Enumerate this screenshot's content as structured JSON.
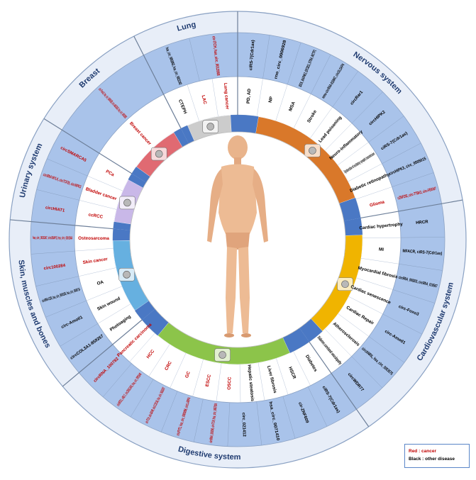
{
  "colors": {
    "cancer": "#c00000",
    "other": "#000000",
    "outer_ring": "#a9c3ea",
    "divider": "#6d7f99",
    "nervous": "#d9782a",
    "cardio": "#f0b400",
    "digestive": "#8cc44a",
    "skin": "#66b0e0",
    "urinary": "#c9b8e8",
    "breast": "#e06a72",
    "lung": "#cccccc",
    "blue": "#4a78c4"
  },
  "legend": {
    "red": "Red : cancer",
    "black": "Black : other disease"
  },
  "systems": [
    {
      "key": "nervous",
      "label": "Nervous system",
      "start": 0,
      "end": 80,
      "organ_icon": "brain-icon",
      "diseases": [
        {
          "t": "PD, AD",
          "c": 0
        },
        {
          "t": "NP",
          "c": 0
        },
        {
          "t": "MSA",
          "c": 0
        },
        {
          "t": "Stroke",
          "c": 0
        },
        {
          "t": "Lead poisoning",
          "c": 0
        },
        {
          "t": "Neuro-inflammatory",
          "c": 0
        },
        {
          "t": "Dysfunction of excitatory synaptic transmission",
          "c": 0
        },
        {
          "t": "Diabetic retinopathy",
          "c": 0
        },
        {
          "t": "Glioma",
          "c": 1
        }
      ],
      "circs": [
        {
          "t": "ciRS-7(Cdr1as)",
          "c": 0
        },
        {
          "t": "rno_circ_0006928",
          "c": 0
        },
        {
          "t": "IDCK, MAP4K3, EFCB11, DTNA, MCTP1",
          "c": 0
        },
        {
          "t": "mmu-circRNA-015947, circDLGAP4",
          "c": 0
        },
        {
          "t": "circRar1",
          "c": 0
        },
        {
          "t": "circHIPK2",
          "c": 0
        },
        {
          "t": "ciRS-7(Cdr1as)",
          "c": 0
        },
        {
          "t": "circHIPK3, circ_0005015",
          "c": 0
        },
        {
          "t": "cZNF292, circ-TTBK2, circ-FBXW7",
          "c": 1
        }
      ]
    },
    {
      "key": "cardio",
      "label": "Cardiovascular system",
      "start": 80,
      "end": 145,
      "organ_icon": "heart-icon",
      "diseases": [
        {
          "t": "Cardiac hypertrophy",
          "c": 0
        },
        {
          "t": "MI",
          "c": 0
        },
        {
          "t": "Myocardial fibrosis",
          "c": 0
        },
        {
          "t": "Cardiac senescence",
          "c": 0
        },
        {
          "t": "Cardiac Repair",
          "c": 0
        },
        {
          "t": "Atherosclerosis",
          "c": 0
        },
        {
          "t": "Diabetes correlated vasculopathy",
          "c": 0
        }
      ],
      "circs": [
        {
          "t": "HRCR",
          "c": 0
        },
        {
          "t": "MFACR, ciRS-7(Cdr1as)",
          "c": 0
        },
        {
          "t": "circRNA_000203, circRNA_010567",
          "c": 0
        },
        {
          "t": "circ-Foxo3",
          "c": 0
        },
        {
          "t": "circ-Amotl1",
          "c": 0
        },
        {
          "t": "circANRIL, hsa_circ_0003575",
          "c": 0
        },
        {
          "t": "circWDR77",
          "c": 0
        }
      ]
    },
    {
      "key": "digestive",
      "label": "Digestive system",
      "start": 145,
      "end": 230,
      "organ_icon": "digestive-organs-icon",
      "diseases": [
        {
          "t": "Diabetes",
          "c": 0
        },
        {
          "t": "HSCR",
          "c": 0
        },
        {
          "t": "Liver fibrosis",
          "c": 0
        },
        {
          "t": "Hepatic steatosis",
          "c": 0
        },
        {
          "t": "OSCC",
          "c": 1
        },
        {
          "t": "ESCC",
          "c": 1
        },
        {
          "t": "GC",
          "c": 1
        },
        {
          "t": "CRC",
          "c": 1
        },
        {
          "t": "HCC",
          "c": 1
        },
        {
          "t": "Pancreatic carcinoma",
          "c": 1
        }
      ],
      "circs": [
        {
          "t": "ciRS-7(Cdr1as)",
          "c": 0
        },
        {
          "t": "cir-ZNF609",
          "c": 0
        },
        {
          "t": "hsa_circ_0071410",
          "c": 0
        },
        {
          "t": "circ_021412",
          "c": 0
        },
        {
          "t": "circRNA_100290, cir-ITCH, hsa_circ_0067934",
          "c": 1
        },
        {
          "t": "circPVT1, hsa_circ_0000096, circLARP4",
          "c": 1
        },
        {
          "t": "cir-ITCH, circ-BANP, circCCDC66, hsa_circ_0020397",
          "c": 1
        },
        {
          "t": "circMTO1, ciRS-7, circZKSCAN1, hsa_circ_0001649",
          "c": 1
        },
        {
          "t": "circRNA_100782",
          "c": 1
        }
      ]
    },
    {
      "key": "skin",
      "label": "Skin, muscles and bones",
      "start": 230,
      "end": 275,
      "organ_icon": "bones-icon",
      "diseases": [
        {
          "t": "Photoaging",
          "c": 0
        },
        {
          "t": "Skin wound",
          "c": 0
        },
        {
          "t": "OA",
          "c": 0
        },
        {
          "t": "Skin cancer",
          "c": 1
        },
        {
          "t": "Osteosarcoma",
          "c": 1
        }
      ],
      "circs": [
        {
          "t": "circCOL3A1-859267",
          "c": 0
        },
        {
          "t": "circ-Amotl1",
          "c": 0
        },
        {
          "t": "circRNA-CER, hsa_circ_0005105, hsa_circ_0045714",
          "c": 0
        },
        {
          "t": "circ100284",
          "c": 1
        },
        {
          "t": "hsa_circ_0016347, circUBAP2, hsa_circ_0001564",
          "c": 1
        }
      ]
    },
    {
      "key": "urinary",
      "label": "Urinary system",
      "start": 275,
      "end": 302,
      "organ_icon": "kidney-icon",
      "diseases": [
        {
          "t": "ccRCC",
          "c": 1
        },
        {
          "t": "Bladder cancer",
          "c": 1
        },
        {
          "t": "PCa",
          "c": 1
        }
      ],
      "circs": [
        {
          "t": "circHIAT1",
          "c": 1
        },
        {
          "t": "circRNA MYLK, circTCF25, circHIPK3",
          "c": 1
        },
        {
          "t": "circSMARCA5",
          "c": 1
        }
      ]
    },
    {
      "key": "breast",
      "label": "Breast",
      "start": 302,
      "end": 333,
      "organ_icon": "breast-icon",
      "diseases": [
        {
          "t": "Breast cancer",
          "c": 1
        }
      ],
      "circs": [
        {
          "t": "circ-Foxo3, hsa_circ_0006528, circ-ABCB10, hsa_circ_0001982",
          "c": 1
        }
      ]
    },
    {
      "key": "lung",
      "label": "Lung",
      "start": 333,
      "end": 360,
      "organ_icon": "lungs-icon",
      "diseases": [
        {
          "t": "CTEPH",
          "c": 0
        },
        {
          "t": "LAC",
          "c": 1
        },
        {
          "t": "Lung cancer",
          "c": 1
        }
      ],
      "circs": [
        {
          "t": "hsa_circ_0002062, hsa_circ_0022342",
          "c": 0
        },
        {
          "t": "cir-ITCH, hsa_circ_0013958",
          "c": 1
        }
      ]
    }
  ]
}
